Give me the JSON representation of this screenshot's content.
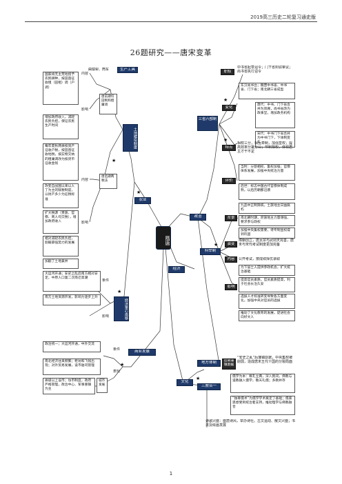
{
  "header": "2019高三历史二轮复习通史版",
  "title": "26题研究——唐宋变革",
  "page_number": "1",
  "center": "隋唐",
  "branches": {
    "economy": "经济",
    "politics": "政治",
    "culture": "文化",
    "agriculture": "农业",
    "commerce": "商业发展",
    "keju": "科举制",
    "difang": "地方体制",
    "sanjiao": "三教合一",
    "land": "土地赋役制度",
    "economy_center": "经济重心南移"
  },
  "economy_left": {
    "tools_label": "曲辕犁、筒车",
    "tools_node": "生产工具",
    "left_boxes": [
      "国家将无主荒地授予农民耕种，按田亩征收租（田租）调（户调）",
      "增加政府收入，减轻农民负担，保证农民生产时间",
      "每年夏秋两季按资产征收户税，按田亩征收地税，按实物交纳的租庸调改为按货币征收金钱",
      "改变自战国以来以人丁为主的赋税制度，以财产多少为征税标准",
      "扩大税源（贵族、官僚、商人均交税），增加政府收入",
      "相对减轻农民负担，削弱豪强势力的发展",
      "加剧了土地兼并",
      "大运河开通；安史之乱后南方相对安定，中原人口第二次南迁高潮",
      "南方土地资源开发，影响力逐步上升"
    ],
    "zutiao": "唐前期均田制和租庸调",
    "liangshui": "唐后期两税法",
    "kaizong": "内容",
    "yingxiang": "影响",
    "tiaojian": "条件"
  },
  "commerce": {
    "items": [
      "政治统一；大运河开通，中外交流",
      "南北经济往来频繁；柜坊和飞钱出现；对外贸易发展，设市舶司管理",
      "县级以上设市；坊市制度，政府严格管理，政治中心、军事重镇为主"
    ],
    "tiaojian": "条件",
    "biaoxian": "表现",
    "chengshi": "城市发展"
  },
  "politics": {
    "sansheng": "三省六部制",
    "zhiquan": "职权",
    "zhiquan_text": "中书省起草诏令；门下省封驳审议；尚书省执行诏令",
    "bianhua": "变化",
    "bianhua_items": [
      "东汉尚书台；魏晋中书省、中书省、门下省；南北朝三省成型",
      "唐代：中书、门下省合并为凤阁，尚书省改为政事堂，增加政务机构",
      "宋代：中书门下省合并为中书门下，下体制变化"
    ],
    "tedian": "特点",
    "tedian_text": "相权三分，相互牵制，加强皇权；提高效率分署分公；节制相权，体现君主才干不足",
    "pingjia": "评价",
    "pingjia_items": [
      "当时：分割相权、集权加强；官僚体系发展，加强中央统治力量",
      "后世：标志中国古代官僚体制成熟，以后历朝都沿袭"
    ],
    "houqi_label": "后期藩镇割据",
    "houqi_text": "“安史之乱”后藩镇割据，中央集权被削弱，造成唐末五代十国的分裂局面"
  },
  "keju": {
    "beijing": "背景",
    "beijing_items": [
      "九品中正制弊病，士族地主日益腐朽",
      "南北朝时期，庶族地主力量增强，要求参与政权",
      "加强中央集权需要，待专制皇权得到巩固"
    ],
    "yanbian": "演变",
    "yanbian_text": "隋朝创立，唐太宗与武则天完善，唐末与宋代考试制度更加完备",
    "neirong": "内容",
    "neirong_text": "公开考试，按成绩择优录取",
    "yingxiang": "影响",
    "yingxiang_items": [
      "为下层士人提供参政机会，扩大统治基础",
      "提高官员素质，官员素质提高，利于社会长治久安",
      "选拔人才标准转变导致各方面变化，加强中央对官员的选拔",
      "推动了文化教育的发展，促进社会向好文人"
    ]
  },
  "culture": {
    "sanjiao_items": [
      "儒学为本：尊孔立典，深入民间，佛教与道教融入儒学，敬天礼儒；多教并存",
      "“独尊儒术”为儒学学术奠定了基础；儒家思想受到统治者支持，推动理学与佛教融合",
      "诗歌兴盛：盛唐诗风，举办诗社。古文运动、散文兴盛；书法及绘画发展"
    ]
  }
}
